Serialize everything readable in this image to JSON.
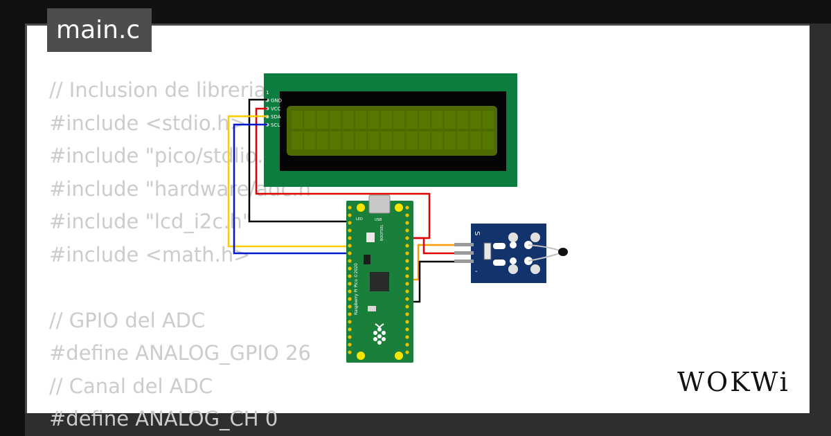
{
  "file_tab": {
    "label": "main.c"
  },
  "code_lines": [
    "// Inclusion de librerias",
    "#include <stdio.h>",
    "#include \"pico/stdlio.h\"",
    "#include \"hardware/adc.h\"",
    "#include \"lcd_i2c.h\"",
    "#include <math.h>",
    "",
    "// GPIO del ADC",
    "#define ANALOG_GPIO 26",
    "// Canal del ADC",
    "#define ANALOG_CH 0"
  ],
  "lcd": {
    "pins": [
      "GND",
      "VCC",
      "SDA",
      "SCL"
    ],
    "pin_one": "1",
    "board_color": "#0a7d3f",
    "screen_color": "#4d6b00"
  },
  "pico": {
    "board_label": "Raspberry Pi Pico ©2020",
    "usb_label": "USB",
    "led_label": "LED",
    "bootsel_label": "BOOTSEL",
    "board_color": "#1a7f3a"
  },
  "sensor": {
    "pin_signal": "S",
    "pin_minus": "-",
    "board_color": "#13336d"
  },
  "wire_colors": {
    "gnd": "#000000",
    "vcc": "#e00000",
    "sda": "#ffcc00",
    "scl": "#0018d0",
    "signal": "#ff9900"
  },
  "brand": {
    "logo": "WOKWi"
  }
}
